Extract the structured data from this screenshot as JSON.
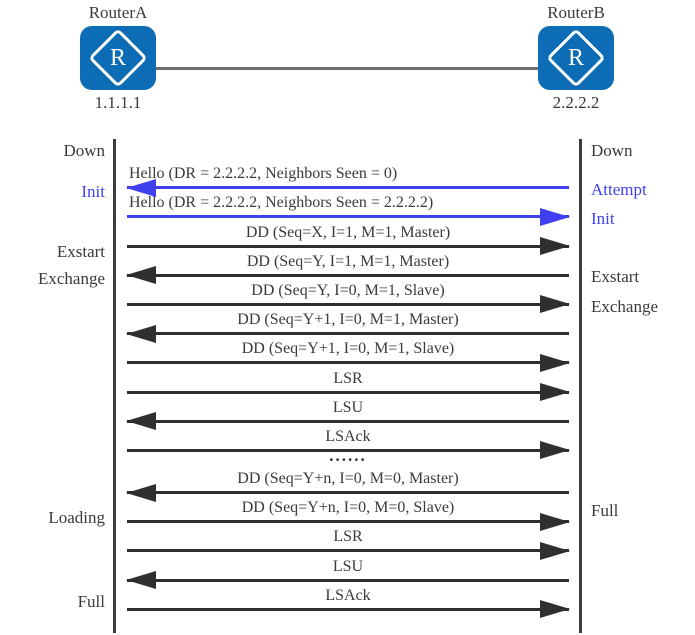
{
  "colors": {
    "ink": "#3a3a3a",
    "blue": "#4040f0",
    "arrow": "#2f2f2f",
    "router-blue": "#0d6cb6",
    "link-gray": "#6e6e6e",
    "lifeline": "#3c3c3c"
  },
  "topology": {
    "router_a": {
      "name": "RouterA",
      "ip": "1.1.1.1",
      "icon": "router-icon",
      "icon_letter": "R"
    },
    "router_b": {
      "name": "RouterB",
      "ip": "2.2.2.2",
      "icon": "router-icon",
      "icon_letter": "R"
    }
  },
  "states": {
    "left": [
      {
        "label": "Down",
        "color": "ink"
      },
      {
        "label": "Init",
        "color": "blue"
      },
      {
        "label": "Exstart",
        "color": "ink"
      },
      {
        "label": "Exchange",
        "color": "ink"
      },
      {
        "label": "Loading",
        "color": "ink"
      },
      {
        "label": "Full",
        "color": "ink"
      }
    ],
    "right": [
      {
        "label": "Down",
        "color": "ink"
      },
      {
        "label": "Attempt",
        "color": "blue"
      },
      {
        "label": "Init",
        "color": "blue"
      },
      {
        "label": "Exstart",
        "color": "ink"
      },
      {
        "label": "Exchange",
        "color": "ink"
      },
      {
        "label": "Full",
        "color": "ink"
      }
    ]
  },
  "sequence": {
    "messages": [
      {
        "kind": "message",
        "label": "Hello (DR = 2.2.2.2, Neighbors Seen = 0)",
        "direction": "left",
        "color": "blue",
        "align": "left"
      },
      {
        "kind": "message",
        "label": "Hello (DR = 2.2.2.2, Neighbors Seen = 2.2.2.2)",
        "direction": "right",
        "color": "blue",
        "align": "left"
      },
      {
        "kind": "message",
        "label": "DD (Seq=X, I=1, M=1, Master)",
        "direction": "right",
        "color": "black"
      },
      {
        "kind": "message",
        "label": "DD (Seq=Y, I=1, M=1, Master)",
        "direction": "left",
        "color": "black"
      },
      {
        "kind": "message",
        "label": "DD (Seq=Y, I=0, M=1, Slave)",
        "direction": "right",
        "color": "black"
      },
      {
        "kind": "message",
        "label": "DD (Seq=Y+1, I=0, M=1, Master)",
        "direction": "left",
        "color": "black"
      },
      {
        "kind": "message",
        "label": "DD (Seq=Y+1, I=0, M=1, Slave)",
        "direction": "right",
        "color": "black"
      },
      {
        "kind": "message",
        "label": "LSR",
        "direction": "right",
        "color": "black"
      },
      {
        "kind": "message",
        "label": "LSU",
        "direction": "left",
        "color": "black"
      },
      {
        "kind": "message",
        "label": "LSAck",
        "direction": "right",
        "color": "black"
      },
      {
        "kind": "gap",
        "label": "......"
      },
      {
        "kind": "message",
        "label": "DD (Seq=Y+n, I=0, M=0, Master)",
        "direction": "left",
        "color": "black"
      },
      {
        "kind": "message",
        "label": "DD (Seq=Y+n, I=0, M=0, Slave)",
        "direction": "right",
        "color": "black"
      },
      {
        "kind": "message",
        "label": "LSR",
        "direction": "right",
        "color": "black"
      },
      {
        "kind": "message",
        "label": "LSU",
        "direction": "left",
        "color": "black"
      },
      {
        "kind": "message",
        "label": "LSAck",
        "direction": "right",
        "color": "black"
      }
    ]
  }
}
